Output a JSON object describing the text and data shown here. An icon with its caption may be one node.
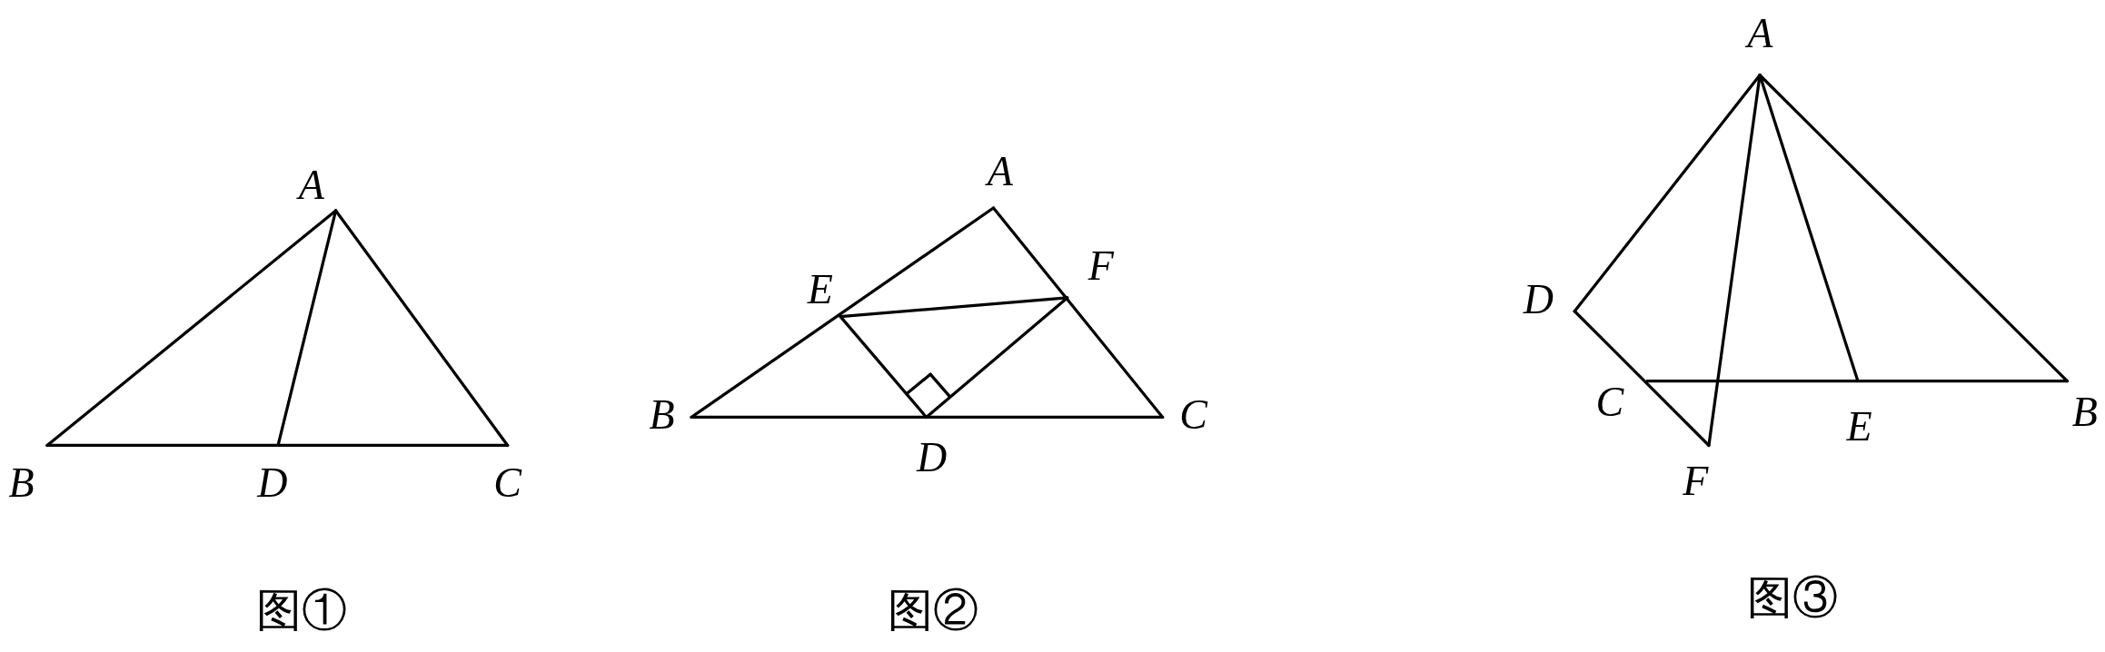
{
  "diagram": {
    "labels": [
      "A",
      "B",
      "D",
      "C",
      "图①",
      "A",
      "E",
      "F",
      "B",
      "C",
      "D",
      "图②",
      "A",
      "D",
      "C",
      "E",
      "B",
      "F",
      "图③"
    ]
  }
}
